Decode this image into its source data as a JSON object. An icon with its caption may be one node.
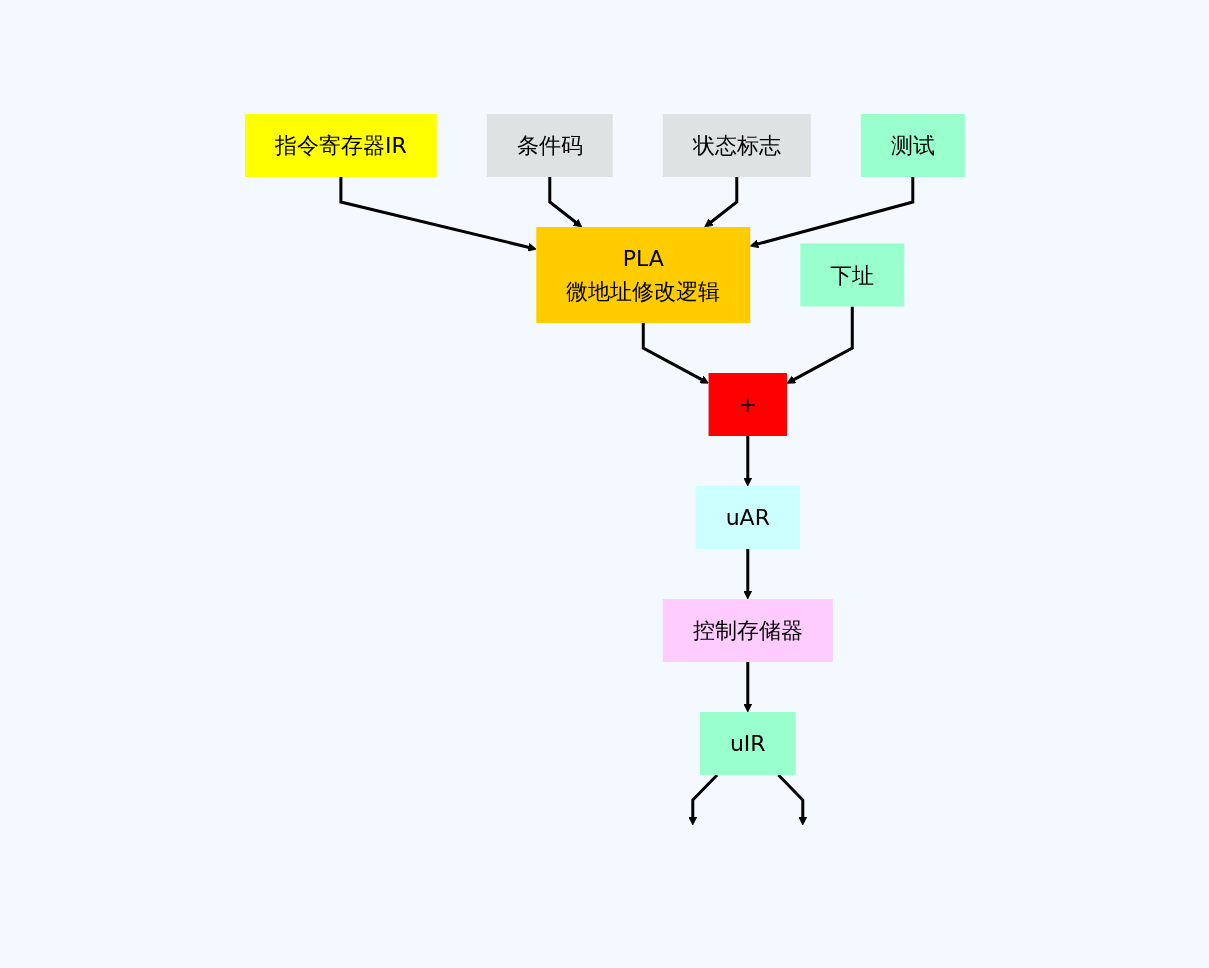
{
  "diagram": {
    "nodes": [
      {
        "text": [
          "指令寄存器IR"
        ]
      },
      {
        "text": [
          "PLA",
          "微地址修改逻辑"
        ]
      },
      {
        "text": [
          "条件码"
        ]
      },
      {
        "text": [
          "状态标志"
        ]
      },
      {
        "text": [
          "+"
        ]
      },
      {
        "text": [
          "uAR"
        ]
      },
      {
        "text": [
          "控制存储器"
        ]
      },
      {
        "text": [
          "下址"
        ]
      },
      {
        "text": [
          "uIR"
        ]
      },
      {
        "text": [
          "测试"
        ]
      }
    ],
    "edges": [
      {
        "from": 0,
        "to": 1,
        "arrow": "to"
      },
      {
        "from": 2,
        "to": 1,
        "arrow": "to"
      },
      {
        "from": 3,
        "to": 1,
        "arrow": "to"
      },
      {
        "from": 1,
        "to": 4,
        "arrow": "to"
      },
      {
        "from": 7,
        "to": 4,
        "arrow": "to"
      },
      {
        "from": 4,
        "to": 5,
        "arrow": "to"
      },
      {
        "from": 5,
        "to": 6,
        "arrow": "to"
      },
      {
        "from": 6,
        "to": 8,
        "arrow": "to"
      },
      {
        "from": 9,
        "to": 1,
        "arrow": "to"
      },
      {
        "from": 8,
        "to": null,
        "arrow": "to"
      },
      {
        "from": 8,
        "to": null,
        "arrow": "to"
      }
    ]
  }
}
